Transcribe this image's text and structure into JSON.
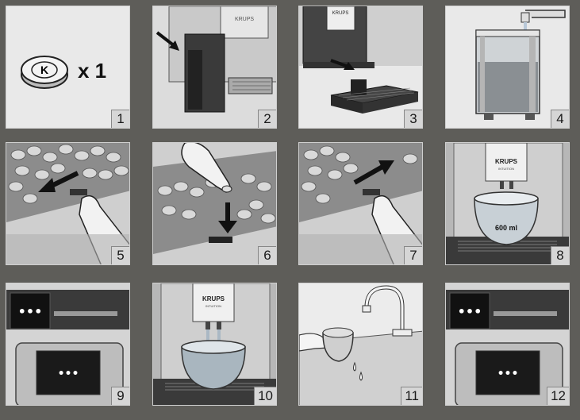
{
  "steps": [
    {
      "number": "1",
      "content": {
        "tablet_letter": "K",
        "quantity_label": "x 1"
      }
    },
    {
      "number": "2",
      "content": {
        "brand": "KRUPS"
      }
    },
    {
      "number": "3",
      "content": {
        "brand": "KRUPS"
      }
    },
    {
      "number": "4",
      "content": {}
    },
    {
      "number": "5",
      "content": {}
    },
    {
      "number": "6",
      "content": {}
    },
    {
      "number": "7",
      "content": {}
    },
    {
      "number": "8",
      "content": {
        "brand": "KRUPS",
        "brand_sub": "INTUITION",
        "volume_label": "600 ml"
      }
    },
    {
      "number": "9",
      "content": {
        "dots": "•••",
        "screen_dots": "•••"
      }
    },
    {
      "number": "10",
      "content": {
        "brand": "KRUPS",
        "brand_sub": "INTUITION"
      }
    },
    {
      "number": "11",
      "content": {}
    },
    {
      "number": "12",
      "content": {
        "dots": "•••",
        "screen_dots": "•••"
      }
    }
  ],
  "colors": {
    "background": "#5e5d59",
    "panel": "#e9e9e9",
    "dark": "#2b2b2b",
    "badge": "#d6d6d6"
  }
}
